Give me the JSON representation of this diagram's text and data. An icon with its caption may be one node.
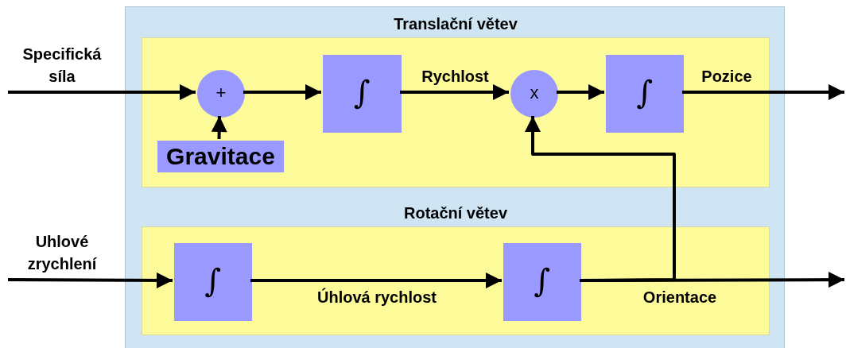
{
  "diagram": {
    "nodes": [
      {
        "text": [],
        "shape": "box"
      },
      {
        "text": [
          "Translační větev"
        ],
        "in": 0
      },
      {
        "text": [
          "+"
        ],
        "in": 1
      },
      {
        "text": [
          "∫"
        ],
        "in": 1
      },
      {
        "text": [
          "x"
        ],
        "in": 1
      },
      {
        "text": [
          "∫"
        ],
        "in": 1
      },
      {
        "text": [
          "Gravitace"
        ],
        "in": 1
      },
      {
        "text": [
          "Rotační větev"
        ],
        "in": 0
      },
      {
        "text": [
          "∫"
        ],
        "in": 7
      },
      {
        "text": [
          "∫"
        ],
        "in": 7
      }
    ],
    "edges": [
      {
        "from": null,
        "to": 2,
        "arrow": "to",
        "label": "Specifická síla"
      },
      {
        "from": 6,
        "to": 2,
        "arrow": "to"
      },
      {
        "from": 2,
        "to": 3,
        "arrow": "to"
      },
      {
        "from": 3,
        "to": 4,
        "arrow": "to",
        "label": "Rychlost"
      },
      {
        "from": 4,
        "to": 5,
        "arrow": "to"
      },
      {
        "from": 5,
        "to": null,
        "arrow": "to",
        "label": "Pozice"
      },
      {
        "from": null,
        "to": 8,
        "arrow": "to",
        "label": "Uhlové zrychlení"
      },
      {
        "from": 8,
        "to": 9,
        "arrow": "to",
        "label": "Úhlová rychlost"
      },
      {
        "from": 9,
        "to": null,
        "arrow": "to",
        "label": "Orientace"
      },
      {
        "from": 9,
        "to": 4,
        "arrow": "to"
      }
    ]
  }
}
